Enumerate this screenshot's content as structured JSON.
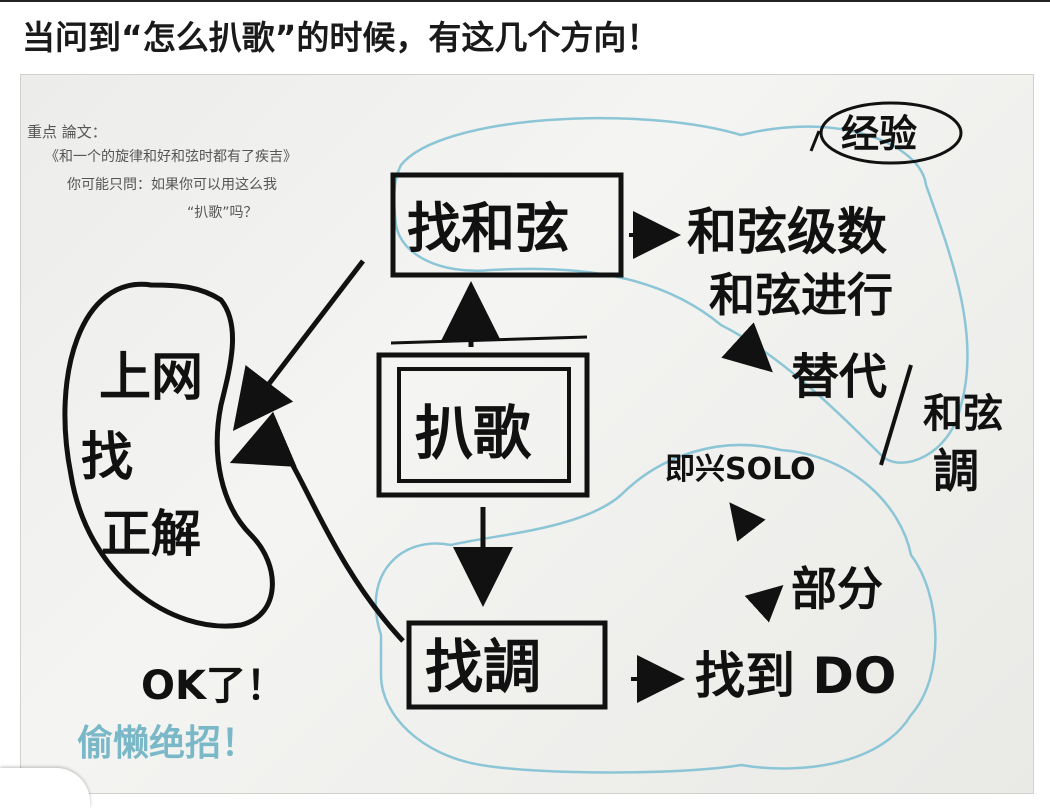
{
  "headline": "当问到“怎么扒歌”的时候，有这几个方向！",
  "diagram": {
    "note_title": "重点 論文：",
    "note_line1": "《和一个的旋律和好和弦时都有了疾吉》",
    "note_line2": "你可能只問：如果你可以用这么我",
    "note_line3": "“扒歌”吗？",
    "center_box": "扒歌",
    "top_box": "找和弦",
    "bottom_box": "找調",
    "left_oval_line1": "上网",
    "left_oval_line2": "找",
    "left_oval_line3": "正解",
    "exp_label": "经验",
    "top_right_1": "和弦级数",
    "top_right_2": "和弦进行",
    "replace_label": "替代",
    "right_chords_1": "和弦",
    "right_chords_2": "調",
    "solo_label": "即兴SOLO",
    "section_label": "部分",
    "find_do_label": "找到 DO",
    "ok_label": "OK了！",
    "lazy_label": "偷懒绝招！"
  }
}
